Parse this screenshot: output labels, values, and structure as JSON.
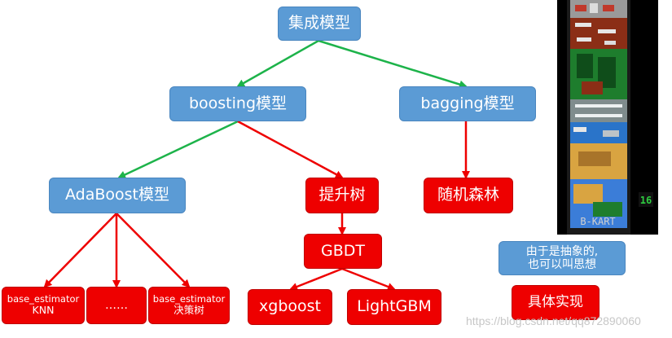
{
  "nodes": {
    "root": "集成模型",
    "boosting": "boosting模型",
    "bagging": "bagging模型",
    "adaboost": "AdaBoost模型",
    "boosting_tree": "提升树",
    "random_forest": "随机森林",
    "gbdt": "GBDT",
    "base_knn_line1": "base_estimator",
    "base_knn_line2": "KNN",
    "ellipsis": "……",
    "base_tree_line1": "base_estimator",
    "base_tree_line2": "决策树",
    "xgboost": "xgboost",
    "lightgbm": "LightGBM"
  },
  "notes": {
    "abstract_line1": "由于是抽象的,",
    "abstract_line2": "也可以叫思想",
    "implementation": "具体实现"
  },
  "side_image": {
    "caption": "B-KART",
    "logo": "16"
  },
  "watermark": "https://blog.csdn.net/qq872890060",
  "colors": {
    "abstract_node": "#5b9bd5",
    "concrete_node": "#ee0000",
    "abstract_edge": "#1db34a",
    "concrete_edge": "#ee0000"
  }
}
